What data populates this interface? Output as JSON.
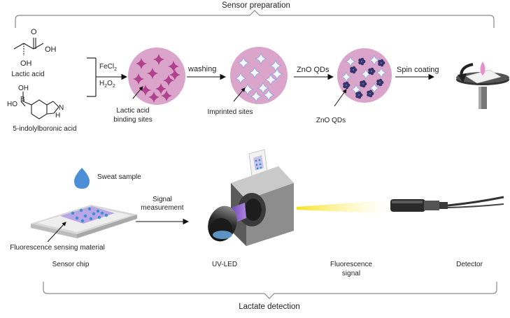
{
  "top": {
    "title": "Sensor preparation",
    "reagents": {
      "lactic_acid": "Lactic acid",
      "boronic_acid": "5-indolylboronic acid",
      "atom_O": "O",
      "atom_OH": "OH",
      "atom_OH_2": "OH",
      "atom_OH_3": "OH",
      "atom_HO": "HO",
      "atom_B": "B",
      "atom_N": "N",
      "atom_H": "H"
    },
    "conditions": {
      "fecl_base": "FeCl",
      "fecl_sub": "2",
      "h2o2_h1": "H",
      "h2o2_sub1": "2",
      "h2o2_o": "O",
      "h2o2_sub2": "2"
    },
    "steps": {
      "washing": "washing",
      "zno_qds": "ZnO QDs",
      "spin_coating": "Spin coating"
    },
    "callouts": {
      "binding_line1": "Lactic acid",
      "binding_line2": "binding sites",
      "imprinted": "Imprinted sites",
      "zno": "ZnO QDs"
    }
  },
  "bottom": {
    "title": "Lactate detection",
    "sweat_sample": "Sweat sample",
    "signal_line1": "Signal",
    "signal_line2": "measurement",
    "fluorescence_material": "Fluorescence sensing material",
    "labels": {
      "sensor_chip": "Sensor chip",
      "uv_led": "UV-LED",
      "fluorescence_line1": "Fluorescence",
      "fluorescence_line2": "signal",
      "detector": "Detector"
    }
  },
  "colors": {
    "particle_fill": "#dba4cb",
    "star_magenta": "#b0418e",
    "star_white": "#f4f6ff",
    "star_outline": "#8fa8d6",
    "zno_dot": "#35356e",
    "drop_blue": "#4d8fd6",
    "drop_pink": "#e98fc8",
    "beam_yellow": "#f7e21a",
    "uv_purple": "#7a3cc4",
    "bracket_gray": "#8a8a8a"
  }
}
